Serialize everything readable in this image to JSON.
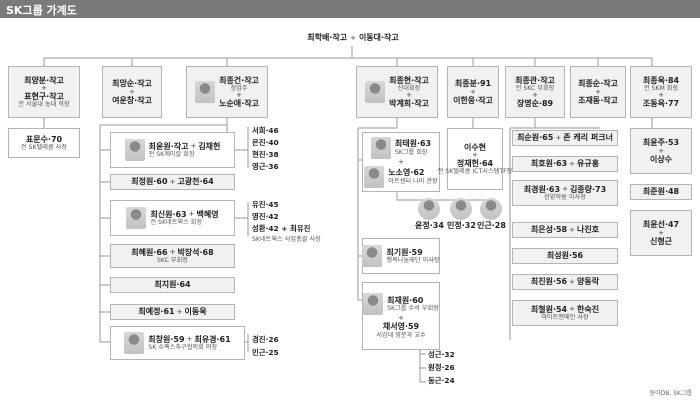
{
  "title": "SK그룹 가계도",
  "credit": "동아DB, SK그룹",
  "root": {
    "husband": "최학배·작고",
    "wife": "이동대·작고"
  },
  "g1": [
    {
      "id": "jj",
      "name": "최양분·작고",
      "spouse": "표현구·작고",
      "spouse_role": "전 서울대 농대 학장"
    },
    {
      "id": "ok",
      "name": "최앙순·작고",
      "spouse": "여운창·작고"
    },
    {
      "id": "jg",
      "name": "최종건·작고",
      "role": "창업주",
      "spouse": "노순애·작고"
    },
    {
      "id": "jh",
      "name": "최종현·작고",
      "role": "선대회장",
      "spouse": "박계희·작고"
    },
    {
      "id": "jb",
      "name": "최종분·91",
      "spouse": "이한웅·작고"
    },
    {
      "id": "jk",
      "name": "최종관·작고",
      "role": "전 SKC 부회장",
      "spouse": "장명순·89"
    },
    {
      "id": "js",
      "name": "최종순·작고",
      "spouse": "조재동·작고"
    },
    {
      "id": "jw",
      "name": "최종욱·84",
      "role": "전 SKM 회장",
      "spouse": "조동옥·77"
    }
  ],
  "pyomunsu": {
    "name": "표문수·70",
    "role": "전 SK텔레콤 사장"
  },
  "jg_children": [
    {
      "name": "최윤원·작고",
      "spouse": "김채헌",
      "role": "전 SK케미칼 회장"
    },
    {
      "name": "최정원·60",
      "spouse": "고광천·64"
    },
    {
      "name": "최신원·63",
      "spouse": "백혜영",
      "role": "전 SK네트웍스 회장"
    },
    {
      "name": "최혜원·66",
      "spouse": "박장석·68",
      "role": "SKC 부회장"
    },
    {
      "name": "최지원·64"
    },
    {
      "name": "최예정·61",
      "spouse": "이동욱"
    },
    {
      "name": "최창원·59",
      "spouse": "최유경·61",
      "role": "SK 수펙스추구협의회 의장"
    }
  ],
  "jg_grand1": [
    "서희·46",
    "은진·40",
    "현진·38",
    "영근·36"
  ],
  "jg_grand2": [
    "유진·45",
    "영진·42",
    "성환·42 + 최유진",
    "SK네트웍스 사업총괄 사장"
  ],
  "jg_grand3": [
    "경진·26",
    "민근·25"
  ],
  "jh_children": [
    {
      "name": "최태원·63",
      "role": "SK그룹 회장",
      "spouse": "노소영·62",
      "spouse_role": "아트센터 나비 관장"
    },
    {
      "name": "최기원·59",
      "role": "행복나눔재단 이사장"
    },
    {
      "name": "최재원·60",
      "role": "SK그룹 수석 부회장",
      "spouse": "채서영·59",
      "spouse_role": "서강대 영문과 교수"
    }
  ],
  "taewon_kids": [
    "윤정·34",
    "민정·32",
    "인근·28"
  ],
  "jaewon_kids": [
    "성근·32",
    "원정·26",
    "동근·24"
  ],
  "leesuhyun": {
    "name": "이수현",
    "spouse": "정재헌·64",
    "spouse_role": "전 SK텔레콤 ICT시스템TF장"
  },
  "jk_children": [
    {
      "name": "최순원·65",
      "spouse": "존 캐리 퍼크너"
    },
    {
      "name": "최호원·63",
      "spouse": "유규홍"
    },
    {
      "name": "최경원·63",
      "spouse": "김종량·73",
      "spouse_role": "한양학원 이사장"
    },
    {
      "name": "최은성·58",
      "spouse": "나진호"
    },
    {
      "name": "최성원·56"
    },
    {
      "name": "최진원·56",
      "spouse": "양동락"
    },
    {
      "name": "최철원·54",
      "spouse": "한숙진",
      "spouse_role": "마이트앤메인 사장"
    }
  ],
  "jw_children": [
    {
      "name": "최윤주·53",
      "spouse": "이상수"
    },
    {
      "name": "최준원·48"
    },
    {
      "name": "최윤선·47",
      "spouse": "신형근"
    }
  ],
  "plus": "+"
}
